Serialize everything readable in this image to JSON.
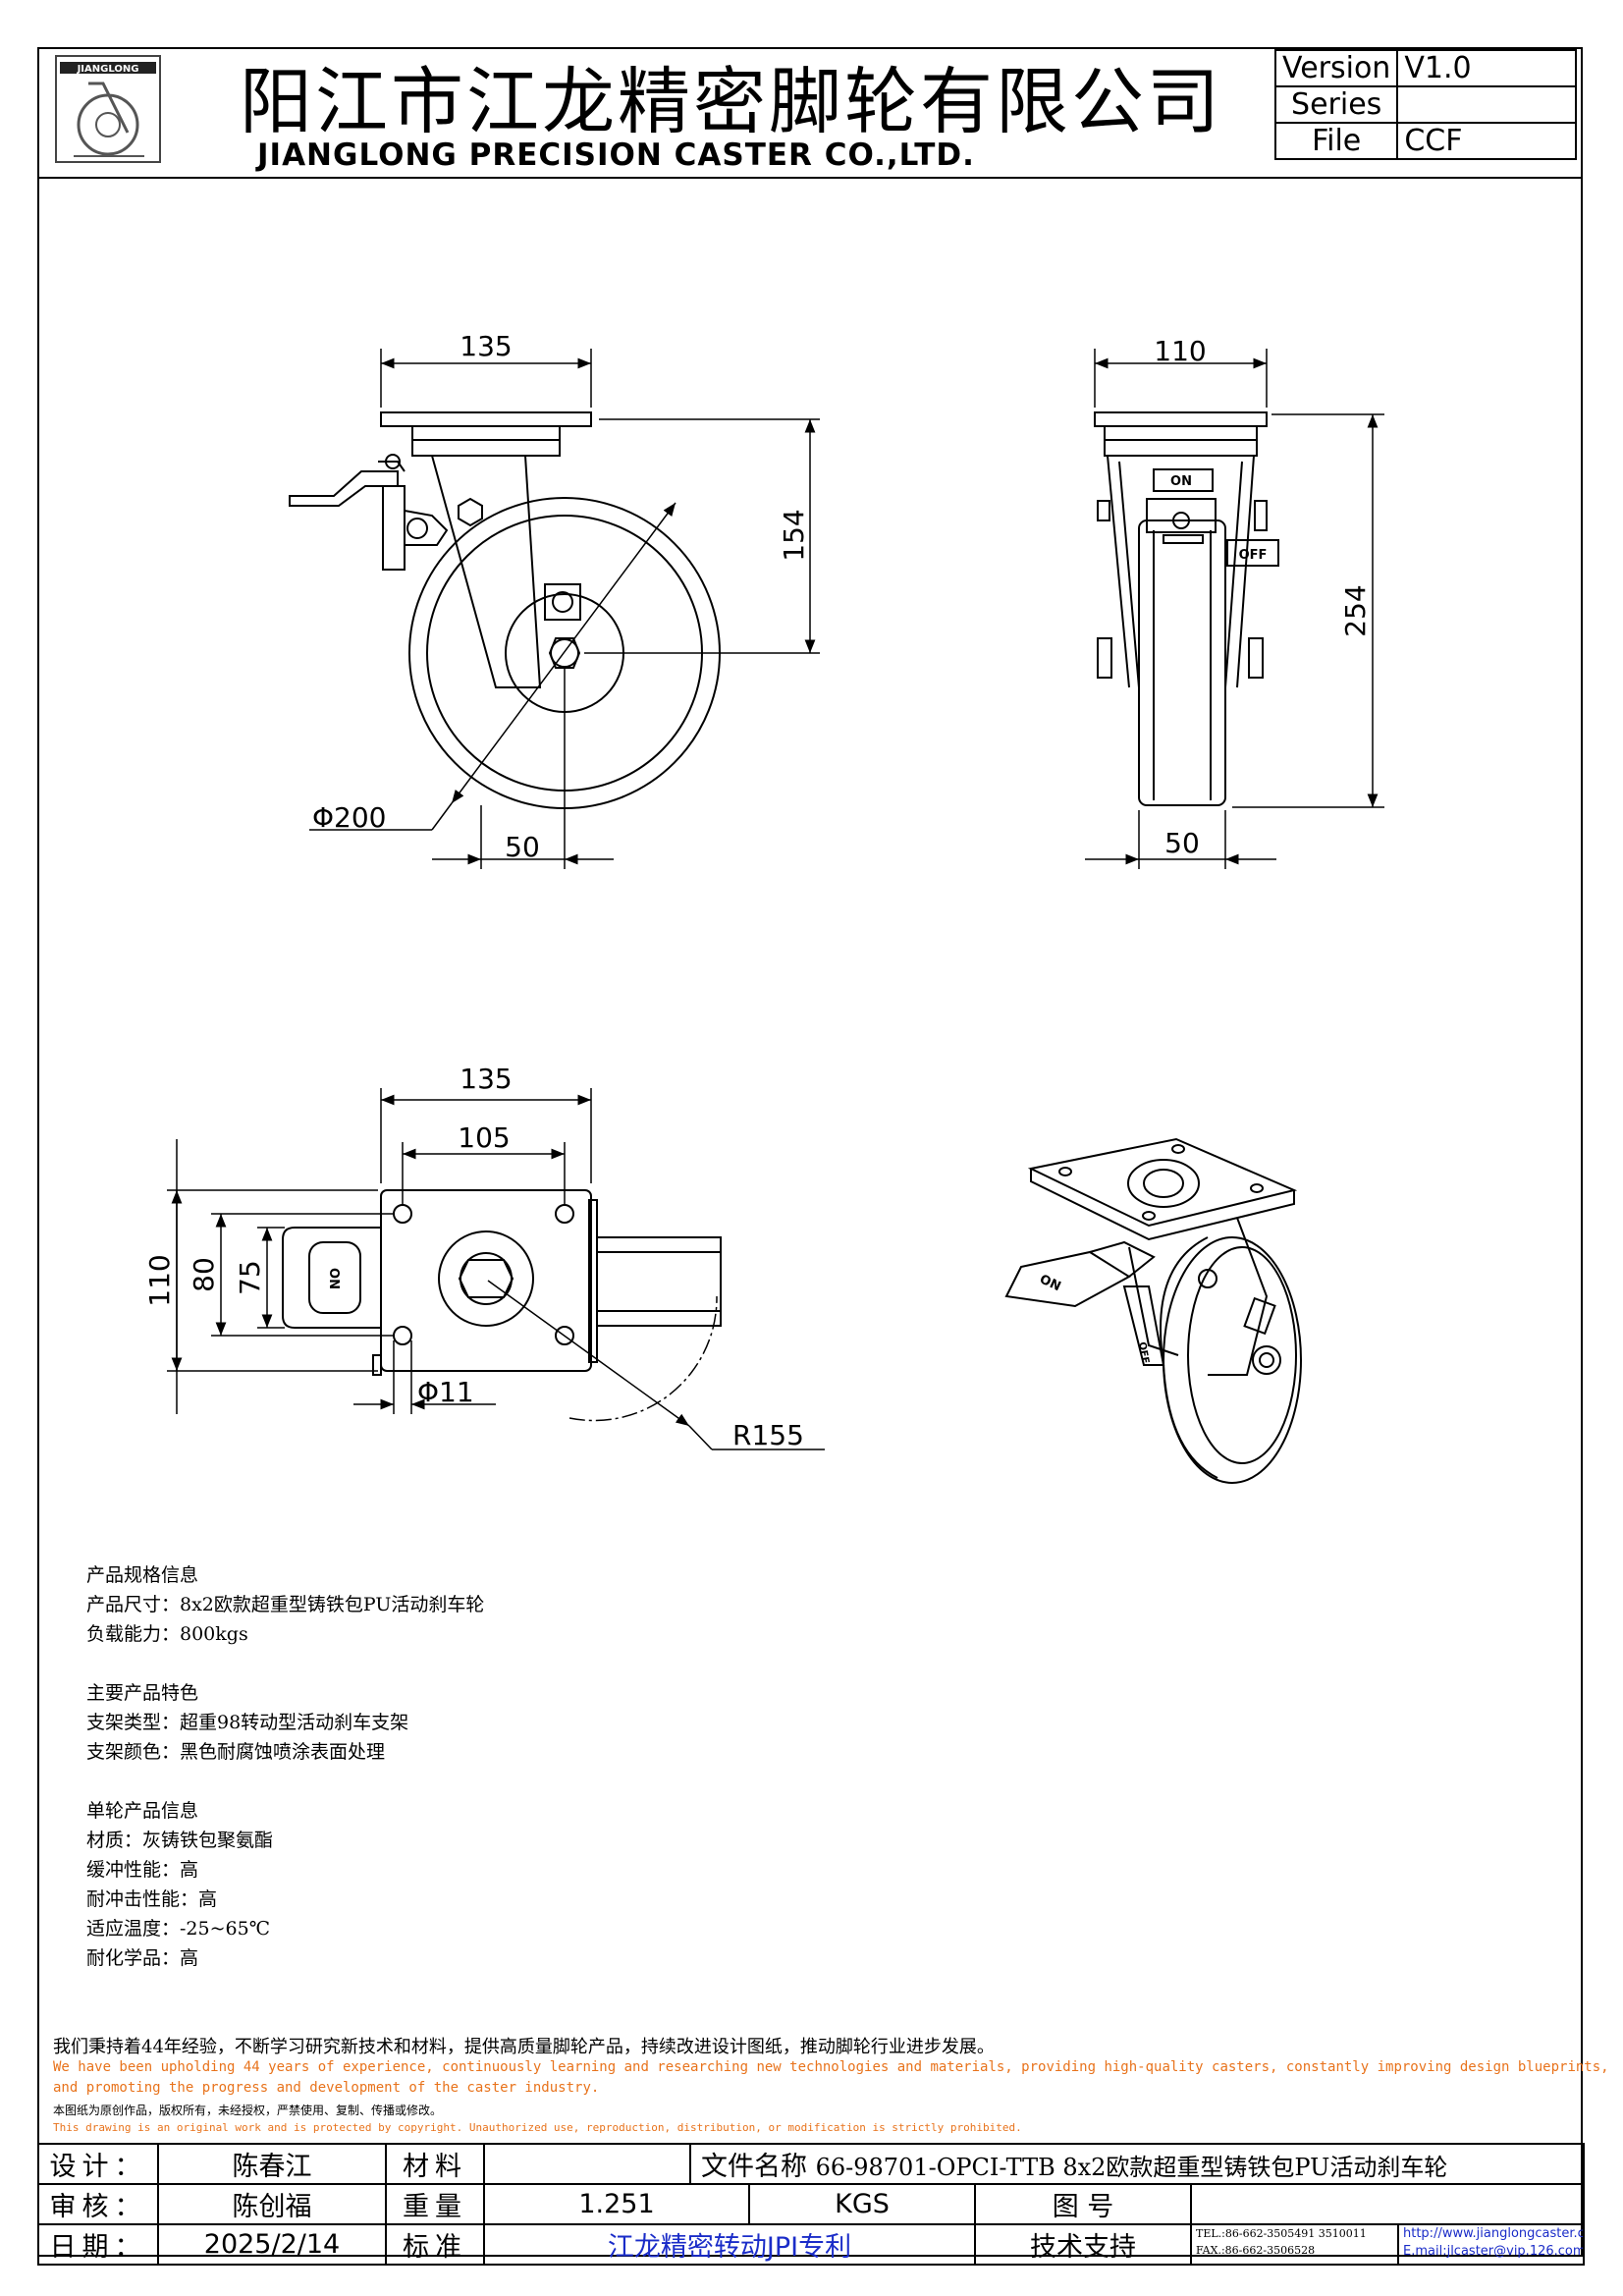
{
  "header": {
    "logo_text": "JIANGLONG",
    "company_cn": "阳江市江龙精密脚轮有限公司",
    "company_en": "JIANGLONG PRECISION CASTER CO.,LTD.",
    "meta": [
      {
        "key": "Version",
        "value": "V1.0"
      },
      {
        "key": "Series",
        "value": ""
      },
      {
        "key": "File",
        "value": "CCF"
      }
    ]
  },
  "drawing": {
    "side_view": {
      "top_width": "135",
      "height": "154",
      "diameter": "Φ200",
      "offset": "50"
    },
    "front_view": {
      "top_width": "110",
      "height": "254",
      "wheel_width": "50",
      "label_on": "ON",
      "label_off": "OFF"
    },
    "top_view": {
      "plate_outer": "135",
      "plate_holes": "105",
      "height_outer": "110",
      "height_mid": "80",
      "height_inner": "75",
      "hole": "Φ11",
      "swivel_radius": "R155",
      "pedal_label": "ON"
    },
    "iso_view": {
      "label_on": "ON",
      "label_off": "OFF"
    }
  },
  "specs": {
    "section1_title": "产品规格信息",
    "size_line": "产品尺寸：8x2欧款超重型铸铁包PU活动刹车轮",
    "load_line": "负载能力：800kgs",
    "section2_title": "主要产品特色",
    "bracket_type": "支架类型：超重98转动型活动刹车支架",
    "bracket_color": "支架颜色：黑色耐腐蚀喷涂表面处理",
    "section3_title": "单轮产品信息",
    "material": "材质：灰铸铁包聚氨酯",
    "cushion": "缓冲性能：高",
    "impact": "耐冲击性能：高",
    "temp": "适应温度：-25~65℃",
    "chem": "耐化学品：高"
  },
  "notes": {
    "cn": "我们秉持着44年经验，不断学习研究新技术和材料，提供高质量脚轮产品，持续改进设计图纸，推动脚轮行业进步发展。",
    "en1": "We have been upholding 44 years of experience, continuously learning and researching new technologies and materials, providing high-quality casters, constantly improving design blueprints,",
    "en2": "and promoting the progress and development of the caster industry.",
    "copyright_cn": "本图纸为原创作品，版权所有，未经授权，严禁使用、复制、传播或修改。",
    "copyright_en": "This drawing is an original work and is protected by copyright. Unauthorized use, reproduction, distribution, or modification is strictly prohibited."
  },
  "title_block": {
    "design_label": "设计：",
    "designer": "陈春江",
    "material_label": "材料",
    "file_name_label": "文件名称",
    "file_name": "66-98701-OPCI-TTB 8x2欧款超重型铸铁包PU活动刹车轮",
    "review_label": "审核：",
    "reviewer": "陈创福",
    "weight_label": "重量",
    "weight": "1.251",
    "weight_unit": "KGS",
    "drawing_no_label": "图 号",
    "date_label": "日期：",
    "date": "2025/2/14",
    "standard_label": "标准",
    "standard": "江龙精密转动JPI专利",
    "support_label": "技术支持",
    "tel": "TEL.:86-662-3505491 3510011",
    "fax": "FAX.:86-662-3506528",
    "web": "http://www.jianglongcaster.com",
    "email": "E.mail:jlcaster@vip.126.com"
  }
}
